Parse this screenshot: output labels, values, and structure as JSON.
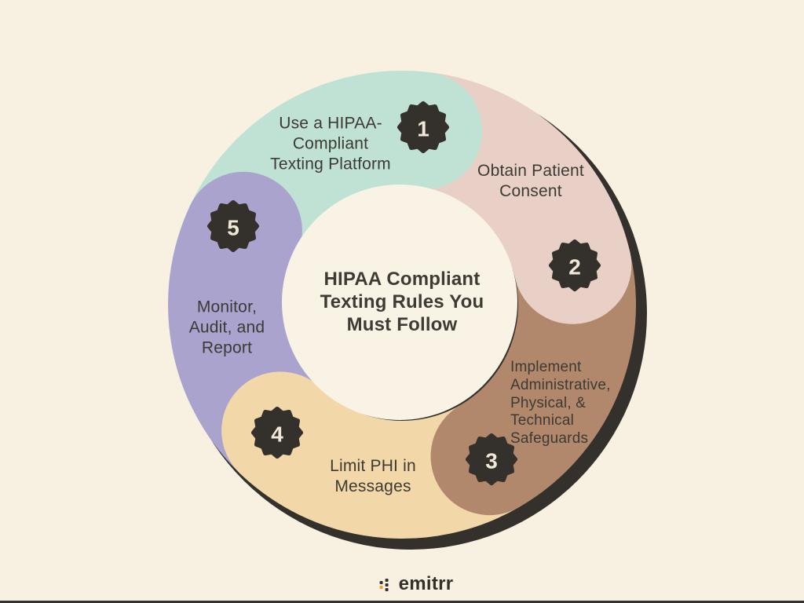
{
  "infographic": {
    "center_title": "HIPAA Compliant\nTexting Rules You\nMust Follow"
  },
  "steps": [
    {
      "number": "1",
      "label": "Use a HIPAA-\nCompliant\nTexting Platform",
      "color": "#bfe2d4"
    },
    {
      "number": "2",
      "label": "Obtain Patient\nConsent",
      "color": "#e8d0c7"
    },
    {
      "number": "3",
      "label": "Implement\nAdministrative,\nPhysical,  &\nTechnical\nSafeguards",
      "color": "#b2886c"
    },
    {
      "number": "4",
      "label": "Limit PHI in\nMessages",
      "color": "#f2d8a8"
    },
    {
      "number": "5",
      "label": "Monitor,\nAudit, and\nReport",
      "color": "#a9a3cd"
    }
  ],
  "footer": {
    "brand": "emitrr"
  },
  "colors": {
    "background": "#f8f1e2",
    "dark": "#34312d",
    "badge_number": "#f0e8d6",
    "label_text": "#3d3a34",
    "center_bg": "#f9f3e5",
    "logo_accent": "#f59e2c"
  }
}
